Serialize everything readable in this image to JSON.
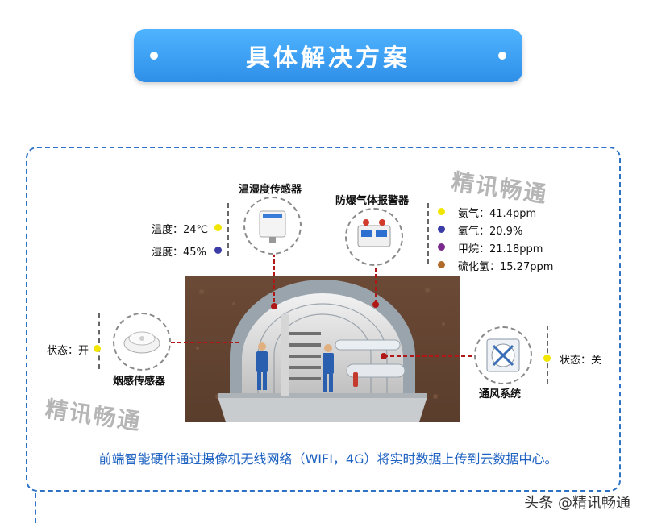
{
  "title": "具体解决方案",
  "sensors": {
    "temp_humidity": {
      "name": "温湿度传感器",
      "temp_label": "温度：24℃",
      "humidity_label": "湿度：45%"
    },
    "gas_alarm": {
      "name": "防爆气体报警器",
      "readings": [
        {
          "label": "氨气：41.4ppm",
          "color": "#f2e600"
        },
        {
          "label": "氧气：20.9%",
          "color": "#3c3ca8"
        },
        {
          "label": "甲烷：21.18ppm",
          "color": "#7a2a8c"
        },
        {
          "label": "硫化氢：15.27ppm",
          "color": "#b06a2a"
        }
      ]
    },
    "smoke": {
      "name": "烟感传感器",
      "status": "状态：开"
    },
    "ventilation": {
      "name": "通风系统",
      "status": "状态：关"
    }
  },
  "watermarks": [
    "精讯畅通",
    "精讯畅通"
  ],
  "caption": "前端智能硬件通过摄像机无线网络（WIFI，4G）将实时数据上传到云数据中心。",
  "footer": "头条 @精讯畅通",
  "colors": {
    "accent": "#2f8fe8",
    "caption": "#1f63c2",
    "connector": "#b01818"
  }
}
